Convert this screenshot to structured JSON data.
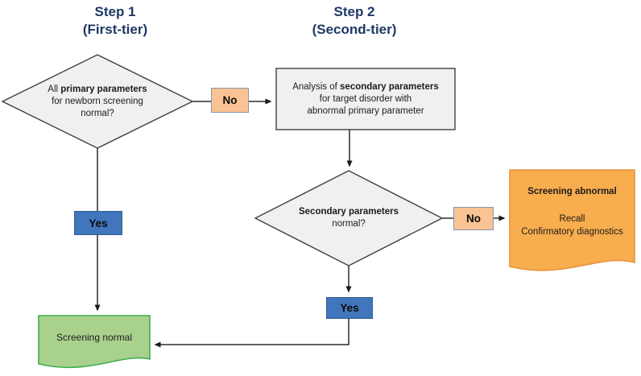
{
  "headers": {
    "step1_line1": "Step 1",
    "step1_line2": "(First-tier)",
    "step2_line1": "Step 2",
    "step2_line2": "(Second-tier)"
  },
  "nodes": {
    "decision1": {
      "line1_normal": "All ",
      "line1_bold": "primary parameters",
      "line2": "for newborn screening",
      "line3": "normal?"
    },
    "process1": {
      "line1_normal": "Analysis of ",
      "line1_bold": "secondary parameters",
      "line2": "for target disorder with",
      "line3": "abnormal primary parameter"
    },
    "decision2": {
      "line1_bold": "Secondary parameters",
      "line2": "normal?"
    },
    "doc_abnormal": {
      "title": "Screening abnormal",
      "line1": "Recall",
      "line2": "Confirmatory diagnostics"
    },
    "doc_normal": {
      "label": "Screening normal"
    }
  },
  "labels": {
    "no1": "No",
    "no2": "No",
    "yes1": "Yes",
    "yes2": "Yes"
  },
  "colors": {
    "header_text": "#1F3864",
    "decision_fill": "#F0F0F0",
    "decision_border": "#404040",
    "process_fill": "#F0F0F0",
    "process_border": "#404040",
    "no_fill": "#FAC393",
    "no_border": "#8496B0",
    "yes_fill": "#4176BC",
    "yes_border": "#2E5E8E",
    "abnormal_fill": "#F8AD4E",
    "abnormal_border": "#E8923A",
    "normal_fill": "#A9D18E",
    "normal_border": "#3FAD4F",
    "connector": "#2b2b2b"
  }
}
